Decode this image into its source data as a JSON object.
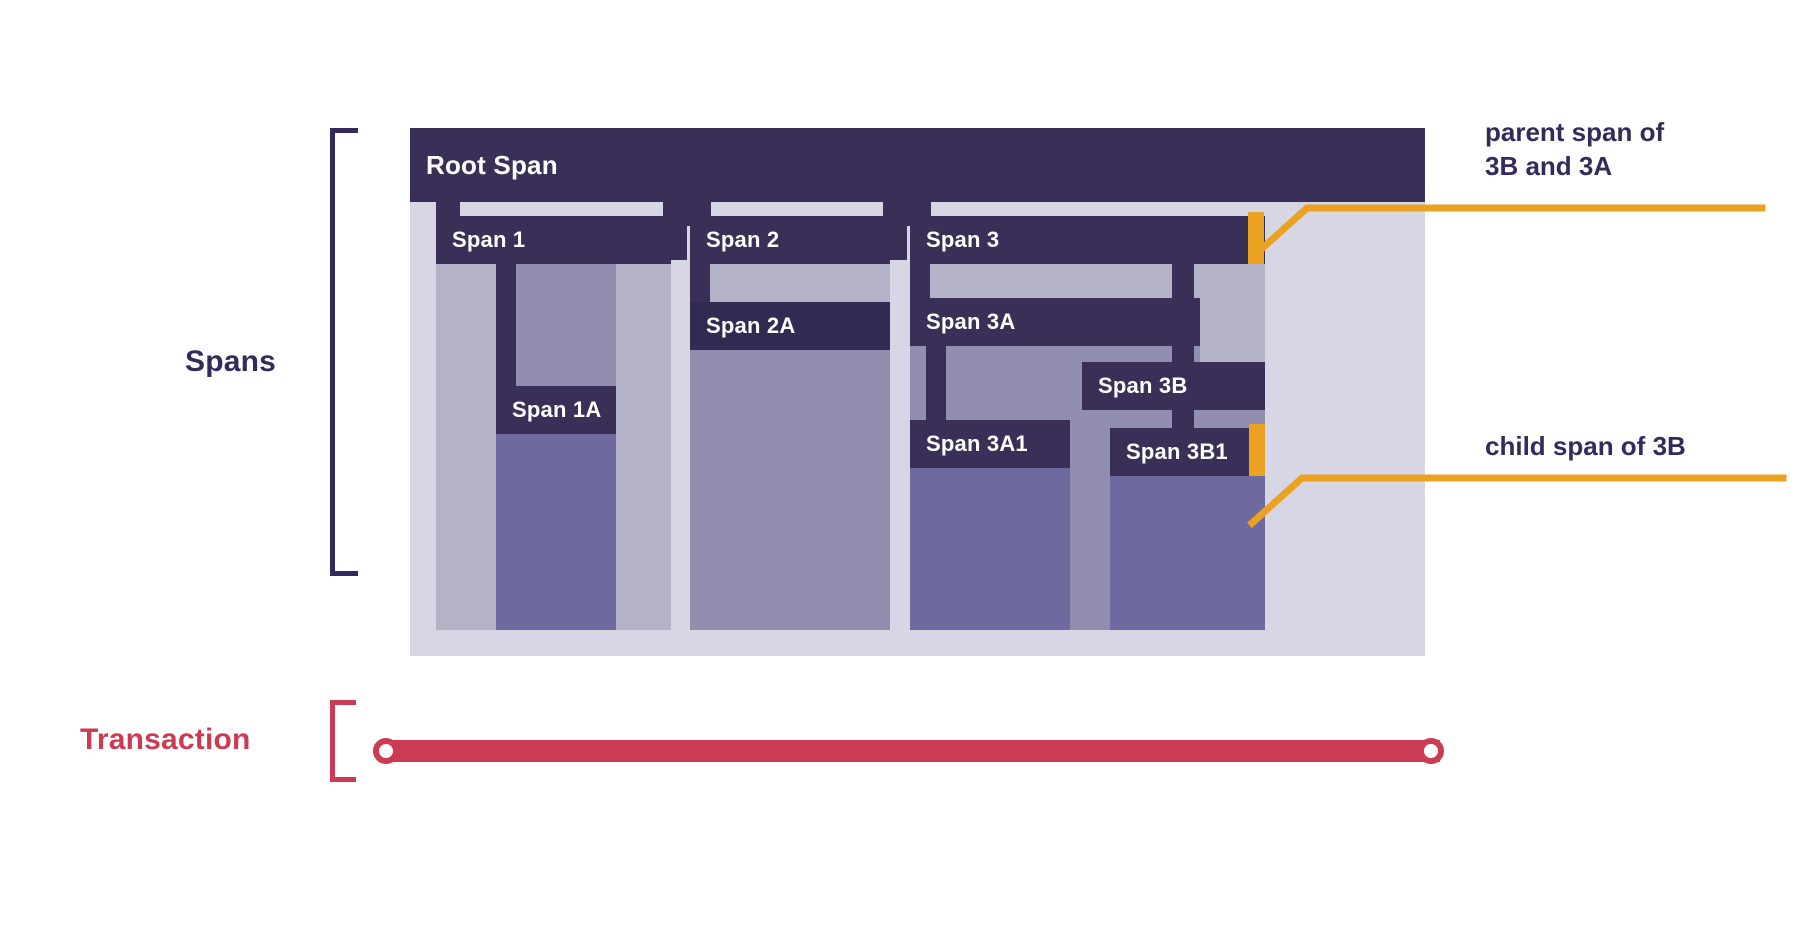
{
  "diagram": {
    "title": "Distributed tracing spans and transaction",
    "sections": {
      "spans_label": "Spans",
      "transaction_label": "Transaction"
    },
    "colors": {
      "span_bar": "#3a3057",
      "span_bar_deep": "#332a52",
      "group_background": "#d7d6e4",
      "lane_level1": "#b4b2c6",
      "lane_level2": "#918eb0",
      "lane_level3": "#6e6aa0",
      "highlight": "#eaa220",
      "transaction": "#cc3b54",
      "text_dark": "#342b5c",
      "text_light": "#ffffff"
    }
  },
  "spans": {
    "root": {
      "label": "Root Span"
    },
    "group1": {
      "parent": {
        "label": "Span 1"
      },
      "child": {
        "label": "Span 1A"
      }
    },
    "group2": {
      "parent": {
        "label": "Span 2"
      },
      "child": {
        "label": "Span 2A"
      }
    },
    "group3": {
      "parent": {
        "label": "Span 3"
      },
      "child_a": {
        "label": "Span 3A"
      },
      "child_a1": {
        "label": "Span 3A1"
      },
      "child_b": {
        "label": "Span 3B"
      },
      "child_b1": {
        "label": "Span 3B1"
      }
    }
  },
  "annotations": {
    "parent": {
      "line1": "parent span of",
      "line2": "3B and 3A"
    },
    "child": {
      "line1": "child span of 3B"
    }
  },
  "transaction": {
    "start_marker": "circle",
    "end_marker": "circle"
  }
}
